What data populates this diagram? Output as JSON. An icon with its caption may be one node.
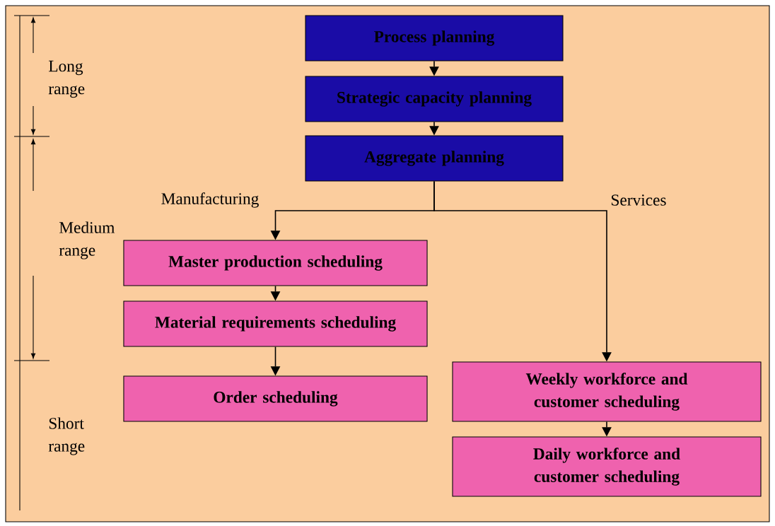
{
  "diagram": {
    "nodes": [
      {
        "text": [
          "Process planning"
        ]
      },
      {
        "text": [
          "Strategic capacity planning"
        ]
      },
      {
        "text": [
          "Aggregate planning"
        ]
      },
      {
        "text": [
          "Master production scheduling"
        ]
      },
      {
        "text": [
          "Material requirements scheduling"
        ]
      },
      {
        "text": [
          "Order scheduling"
        ]
      },
      {
        "text": [
          "Weekly workforce and customer scheduling"
        ]
      },
      {
        "text": [
          "Daily workforce and customer scheduling"
        ]
      }
    ],
    "edges": [
      {
        "from": 0,
        "to": 1,
        "arrow": "to"
      },
      {
        "from": 1,
        "to": 2,
        "arrow": "to"
      },
      {
        "from": 2,
        "to": 3,
        "arrow": "to",
        "label": "Manufacturing"
      },
      {
        "from": 2,
        "to": 6,
        "arrow": "to",
        "label": "Services"
      },
      {
        "from": 3,
        "to": 4,
        "arrow": "to"
      },
      {
        "from": 4,
        "to": 5,
        "arrow": "to"
      },
      {
        "from": 6,
        "to": 7,
        "arrow": "to"
      }
    ],
    "labels": [
      "Long range",
      "Medium range",
      "Short range"
    ]
  }
}
